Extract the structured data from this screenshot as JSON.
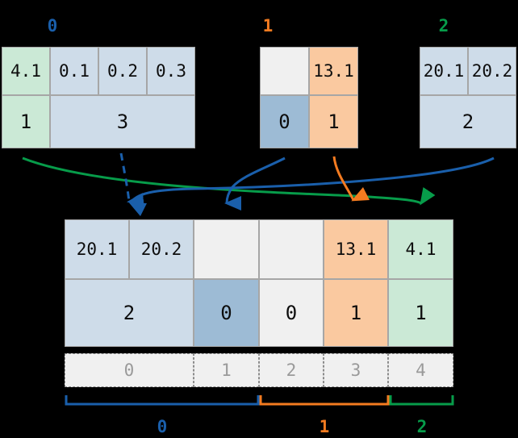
{
  "colors": {
    "blue": "#1a5fab",
    "orange": "#f47b20",
    "green": "#079c4a",
    "fill_blue_light": "#cedce9",
    "fill_blue_mid": "#9dbbd5",
    "fill_green": "#cbe9d6",
    "fill_orange": "#fac9a0",
    "fill_grey": "#f0f0f0",
    "cell_border": "#a6a6a6",
    "index_text": "#9a9a9a"
  },
  "source_partitions": [
    {
      "name": "partition-0",
      "label": "0",
      "color": "#1a5fab"
    },
    {
      "name": "partition-1",
      "label": "1",
      "color": "#f47b20"
    },
    {
      "name": "partition-2",
      "label": "2",
      "color": "#079c4a"
    }
  ],
  "source_tables": [
    {
      "name": "source-table-0",
      "values_row": [
        {
          "text": "4.1",
          "fill": "green"
        },
        {
          "text": "0.1",
          "fill": "blue"
        },
        {
          "text": "0.2",
          "fill": "blue"
        },
        {
          "text": "0.3",
          "fill": "blue"
        }
      ],
      "keys_row": [
        {
          "text": "1",
          "fill": "green",
          "span": 1
        },
        {
          "text": "3",
          "fill": "blue",
          "span": 3
        }
      ]
    },
    {
      "name": "source-table-1",
      "values_row": [
        {
          "text": "",
          "fill": "grey"
        },
        {
          "text": "13.1",
          "fill": "orange"
        }
      ],
      "keys_row": [
        {
          "text": "0",
          "fill": "blue2",
          "span": 1
        },
        {
          "text": "1",
          "fill": "orange",
          "span": 1
        }
      ]
    },
    {
      "name": "source-table-2",
      "values_row": [
        {
          "text": "20.1",
          "fill": "blue"
        },
        {
          "text": "20.2",
          "fill": "blue"
        }
      ],
      "keys_row": [
        {
          "text": "2",
          "fill": "blue",
          "span": 2
        }
      ]
    }
  ],
  "result_table": {
    "name": "result-table",
    "values_row": [
      {
        "text": "20.1",
        "fill": "blue"
      },
      {
        "text": "20.2",
        "fill": "blue"
      },
      {
        "text": "",
        "fill": "grey"
      },
      {
        "text": "",
        "fill": "grey"
      },
      {
        "text": "13.1",
        "fill": "orange"
      },
      {
        "text": "4.1",
        "fill": "green"
      }
    ],
    "keys_row": [
      {
        "text": "2",
        "fill": "blue",
        "span": 2
      },
      {
        "text": "0",
        "fill": "blue2",
        "span": 1
      },
      {
        "text": "0",
        "fill": "grey",
        "span": 1
      },
      {
        "text": "1",
        "fill": "orange",
        "span": 1
      },
      {
        "text": "1",
        "fill": "green",
        "span": 1
      }
    ]
  },
  "index_strip": {
    "name": "index-strip",
    "cells": [
      {
        "text": "0",
        "span": 2
      },
      {
        "text": "1",
        "span": 1
      },
      {
        "text": "2",
        "span": 1
      },
      {
        "text": "3",
        "span": 1
      },
      {
        "text": "4",
        "span": 1
      }
    ]
  },
  "result_partitions": [
    {
      "name": "result-partition-0",
      "label": "0",
      "color": "#1a5fab"
    },
    {
      "name": "result-partition-1",
      "label": "1",
      "color": "#f47b20"
    },
    {
      "name": "result-partition-2",
      "label": "2",
      "color": "#079c4a"
    }
  ]
}
